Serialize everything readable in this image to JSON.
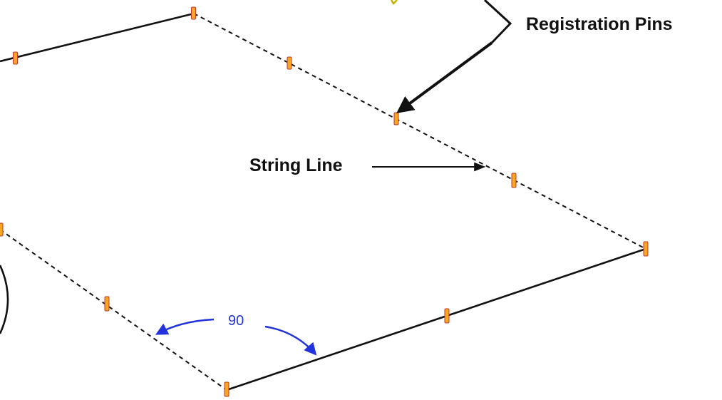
{
  "labels": {
    "registration_pins": "Registration Pins",
    "string_line": "String Line",
    "angle": "90"
  },
  "colors": {
    "line": "#111111",
    "pin_fill": "#f5a623",
    "pin_stroke": "#c0392b",
    "pin_highlight": "#ffe45c",
    "angle_annotation": "#2233dd",
    "partial_marker": "#c8b400"
  }
}
